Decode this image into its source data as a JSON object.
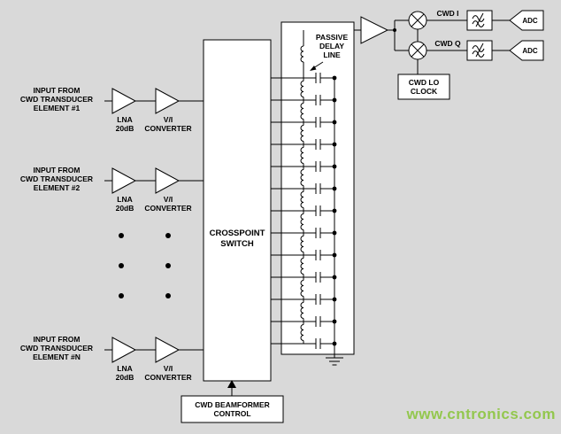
{
  "watermark": "www.cntronics.com",
  "colors": {
    "background": "#d9d9d9",
    "ink": "#000000",
    "box_fill": "#ffffff",
    "watermark": "#8cc63f"
  },
  "inputs": [
    {
      "line1": "INPUT FROM",
      "line2": "CWD TRANSDUCER",
      "line3": "ELEMENT #1",
      "lna": "LNA",
      "gain": "20dB",
      "vi": "V/I",
      "converter": "CONVERTER"
    },
    {
      "line1": "INPUT FROM",
      "line2": "CWD TRANSDUCER",
      "line3": "ELEMENT #2",
      "lna": "LNA",
      "gain": "20dB",
      "vi": "V/I",
      "converter": "CONVERTER"
    },
    {
      "line1": "INPUT FROM",
      "line2": "CWD TRANSDUCER",
      "line3": "ELEMENT #N",
      "lna": "LNA",
      "gain": "20dB",
      "vi": "V/I",
      "converter": "CONVERTER"
    }
  ],
  "crosspoint": {
    "line1": "CROSSPOINT",
    "line2": "SWITCH"
  },
  "delay_line": {
    "line1": "PASSIVE",
    "line2": "DELAY",
    "line3": "LINE",
    "taps": 13
  },
  "output_path": {
    "cwd_i": "CWD I",
    "cwd_q": "CWD Q",
    "adc_top": "ADC",
    "adc_bottom": "ADC",
    "lo_line1": "CWD LO",
    "lo_line2": "CLOCK"
  },
  "control": {
    "line1": "CWD BEAMFORMER",
    "line2": "CONTROL"
  }
}
